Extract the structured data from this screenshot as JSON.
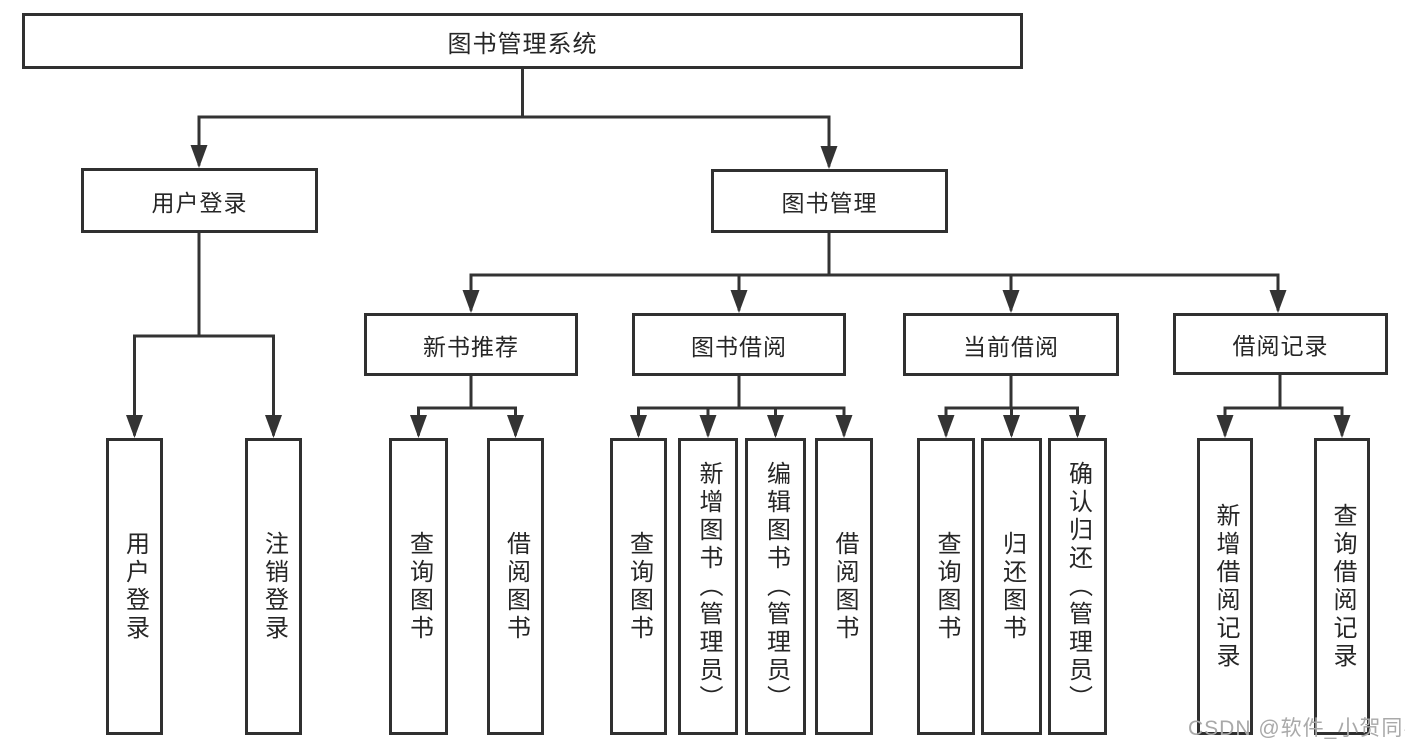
{
  "watermark": "CSDN @软件_小贺同学",
  "colors": {
    "line": "#333333",
    "box_border": "#303030",
    "text": "#262626",
    "watermark": "#a9a9a9",
    "background": "#ffffff"
  },
  "nodes": {
    "root": "图书管理系统",
    "user_login": "用户登录",
    "book_mgmt": "图书管理",
    "new_book_rec": "新书推荐",
    "book_borrow": "图书借阅",
    "current_borrow": "当前借阅",
    "borrow_record": "借阅记录",
    "user_login_leaf": "用户登录",
    "logout_leaf": "注销登录",
    "query_book_rec": "查询图书",
    "borrow_book_rec": "借阅图书",
    "query_book_borrow": "查询图书",
    "add_book_admin": "新增图书（管理员）",
    "edit_book_admin": "编辑图书（管理员）",
    "borrow_book_leaf": "借阅图书",
    "query_book_current": "查询图书",
    "return_book": "归还图书",
    "confirm_return_admin": "确认归还（管理员）",
    "add_borrow_record": "新增借阅记录",
    "query_borrow_record": "查询借阅记录"
  }
}
